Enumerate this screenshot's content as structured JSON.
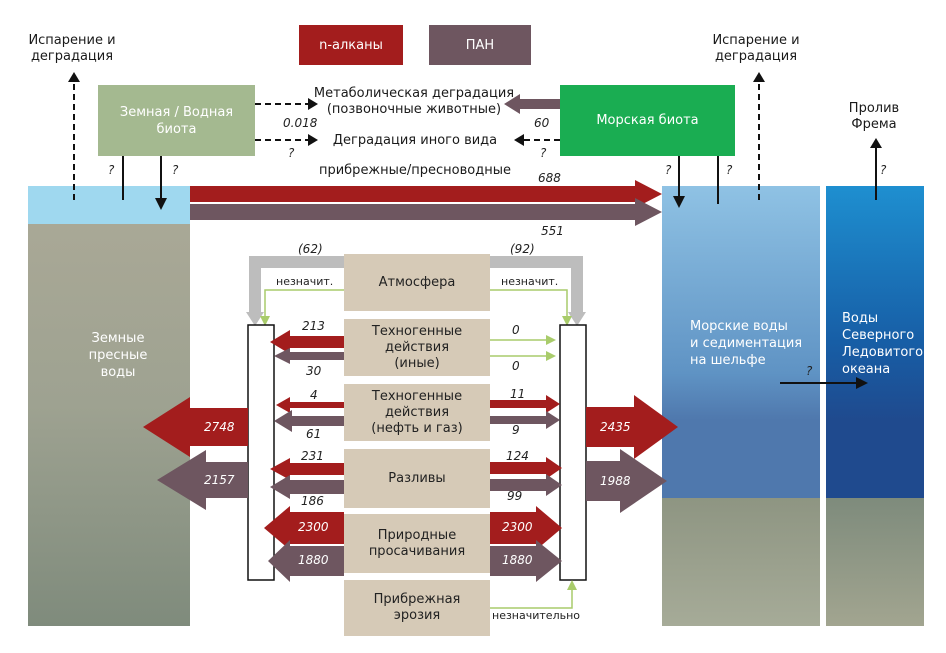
{
  "legend": {
    "alkanes": {
      "label": "n-алканы",
      "color": "#a31d1d"
    },
    "pah": {
      "label": "ПАН",
      "color": "#6e5660"
    }
  },
  "top": {
    "evap_left": "Испарение и\nдеградация",
    "evap_right": "Испарение и\nдеградация",
    "fram_strait": "Пролив\nФрема",
    "land_biota": "Земная / Водная\nбиота",
    "marine_biota": "Морская биота",
    "metabolic_degradation": "Метаболическая деградация\n(позвоночные животные)",
    "other_degradation": "Деградация иного вида",
    "coastal_freshwater": "прибрежные/пресноводные",
    "val_0018": "0.018",
    "val_60": "60",
    "val_688": "688",
    "val_551": "551"
  },
  "water": {
    "land_fresh": "Земные\nпресные\nводы",
    "marine_shelf": "Морские воды\nи седиментация\nна шельфе",
    "arctic": "Воды\nСеверного\nЛедовитого\nокеана"
  },
  "sources": {
    "atmosphere": "Атмосфера",
    "anthro_other": "Техногенные\nдействия\n(иные)",
    "anthro_oil": "Техногенные\nдействия\n(нефть и газ)",
    "spills": "Разливы",
    "seeps": "Природные\nпросачивания",
    "erosion": "Прибрежная\nэрозия"
  },
  "flows": {
    "atm_left_total": "(62)",
    "atm_right_total": "(92)",
    "insig_left": "незначит.",
    "insig_right": "незначит.",
    "other_left_alk": "213",
    "other_left_pah": "30",
    "other_right_alk": "0",
    "other_right_pah": "0",
    "oil_left_alk": "4",
    "oil_left_pah": "61",
    "oil_right_alk": "11",
    "oil_right_pah": "9",
    "spill_left_alk": "231",
    "spill_left_pah": "186",
    "spill_right_alk": "124",
    "spill_right_pah": "99",
    "seep_left_alk": "2300",
    "seep_left_pah": "1880",
    "seep_right_alk": "2300",
    "seep_right_pah": "1880",
    "erosion_insig": "незначительно",
    "total_left_alk": "2748",
    "total_left_pah": "2157",
    "total_right_alk": "2435",
    "total_right_pah": "1988",
    "unknown": "?"
  }
}
